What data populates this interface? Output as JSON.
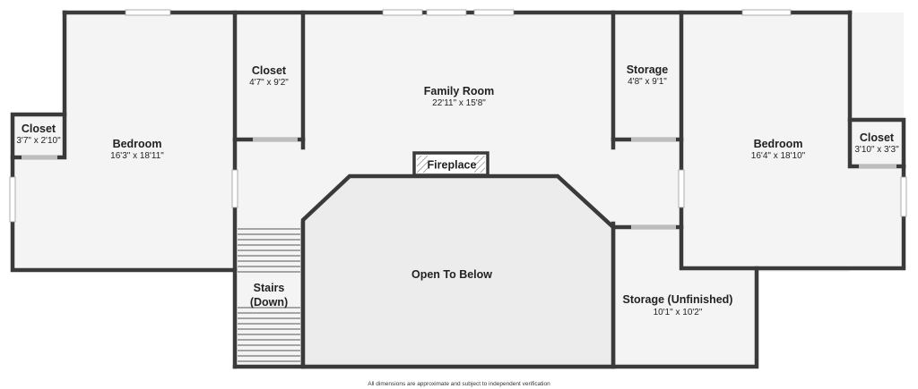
{
  "rooms": {
    "bedroom_left": {
      "name": "Bedroom",
      "dims": "16'3\" x 18'11\""
    },
    "closet_left_small": {
      "name": "Closet",
      "dims": "3'7\" x 2'10\""
    },
    "closet_center": {
      "name": "Closet",
      "dims": "4'7\" x 9'2\""
    },
    "family_room": {
      "name": "Family Room",
      "dims": "22'11\" x 15'8\""
    },
    "storage_top": {
      "name": "Storage",
      "dims": "4'8\" x 9'1\""
    },
    "bedroom_right": {
      "name": "Bedroom",
      "dims": "16'4\" x 18'10\""
    },
    "closet_right_small": {
      "name": "Closet",
      "dims": "3'10\" x 3'3\""
    },
    "fireplace": {
      "name": "Fireplace"
    },
    "open_to_below": {
      "name": "Open To Below"
    },
    "stairs": {
      "name_line1": "Stairs",
      "name_line2": "(Down)"
    },
    "storage_unfinished": {
      "name": "Storage (Unfinished)",
      "dims": "10'1\" x 10'2\""
    }
  },
  "disclaimer": "All dimensions are approximate and subject to independent verification",
  "colors": {
    "wall": "#3a3a3a",
    "floor": "#f4f4f4",
    "open_area": "#ececec"
  }
}
